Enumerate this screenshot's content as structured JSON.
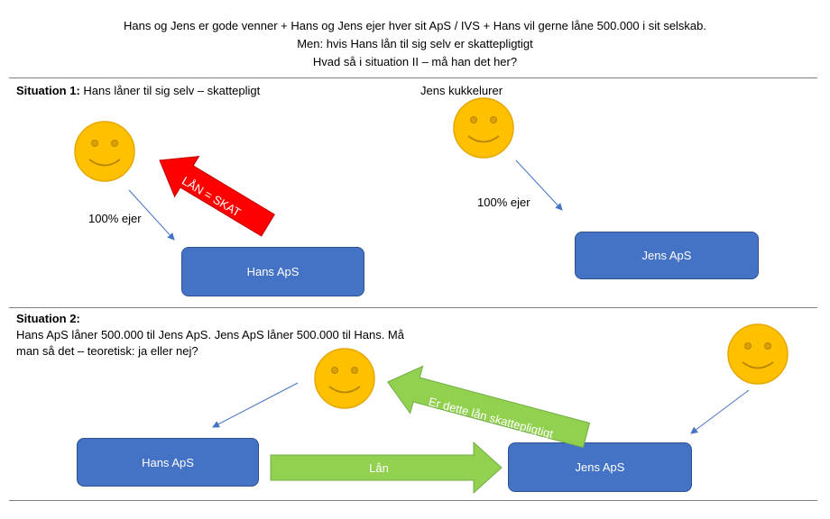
{
  "header": {
    "line1": "Hans og Jens er gode venner + Hans og Jens ejer hver sit ApS / IVS + Hans vil gerne låne 500.000 i sit selskab.",
    "line2": "Men: hvis Hans lån til sig selv er skattepligtigt",
    "line3": "Hvad så i situation II – må han det her?"
  },
  "situation1": {
    "title": "Situation 1:",
    "text": " Hans låner til sig selv – skattepligt",
    "jens_label": "Jens kukkelurer",
    "hans_ownership": "100% ejer",
    "jens_ownership": "100% ejer",
    "hans_box": "Hans ApS",
    "jens_box": "Jens ApS",
    "red_arrow_label": "LÅN = SKAT"
  },
  "situation2": {
    "title": "Situation 2:",
    "text_line1": "Hans ApS låner 500.000 til Jens ApS. Jens ApS låner 500.000 til Hans. Må",
    "text_line2": "man så det – teoretisk: ja eller nej?",
    "hans_box": "Hans ApS",
    "jens_box": "Jens ApS",
    "loan_arrow_label": "Lån",
    "question_arrow_label": "Er dette lån skattepligtigt"
  },
  "colors": {
    "box_fill": "#4472c4",
    "red_arrow": "#ff0000",
    "green_arrow": "#92d050",
    "smiley_fill": "#ffc000",
    "connector": "#4472c4"
  }
}
